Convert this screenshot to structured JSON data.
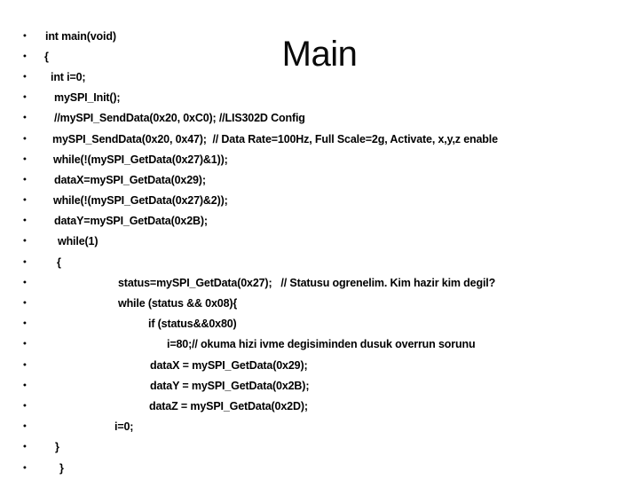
{
  "slide": {
    "title": "Main",
    "bullet_char": "•",
    "colors": {
      "background": "#ffffff",
      "text": "#000000"
    },
    "code_lines": [
      {
        "indent": 51,
        "text": "int main(void)"
      },
      {
        "indent": 50,
        "text": "{"
      },
      {
        "indent": 57,
        "text": "int i=0;"
      },
      {
        "indent": 61,
        "text": "mySPI_Init();"
      },
      {
        "indent": 61,
        "text": "//mySPI_SendData(0x20, 0xC0); //LIS302D Config"
      },
      {
        "indent": 59,
        "text": "mySPI_SendData(0x20, 0x47);  // Data Rate=100Hz, Full Scale=2g, Activate, x,y,z enable"
      },
      {
        "indent": 60,
        "text": "while(!(mySPI_GetData(0x27)&1));"
      },
      {
        "indent": 61,
        "text": "dataX=mySPI_GetData(0x29);"
      },
      {
        "indent": 60,
        "text": "while(!(mySPI_GetData(0x27)&2));"
      },
      {
        "indent": 61,
        "text": "dataY=mySPI_GetData(0x2B);"
      },
      {
        "indent": 65,
        "text": "while(1)"
      },
      {
        "indent": 64,
        "text": "{"
      },
      {
        "indent": 133,
        "text": "status=mySPI_GetData(0x27);   // Statusu ogrenelim. Kim hazir kim degil?"
      },
      {
        "indent": 133,
        "text": "while (status && 0x08){"
      },
      {
        "indent": 167,
        "text": "if (status&&0x80)"
      },
      {
        "indent": 188,
        "text": "i=80;// okuma hizi ivme degisiminden dusuk overrun sorunu"
      },
      {
        "indent": 169,
        "text": "dataX = mySPI_GetData(0x29);"
      },
      {
        "indent": 169,
        "text": "dataY = mySPI_GetData(0x2B);"
      },
      {
        "indent": 168,
        "text": "dataZ = mySPI_GetData(0x2D);"
      },
      {
        "indent": 129,
        "text": "i=0;"
      },
      {
        "indent": 62,
        "text": "}"
      },
      {
        "indent": 67,
        "text": "}"
      }
    ]
  }
}
